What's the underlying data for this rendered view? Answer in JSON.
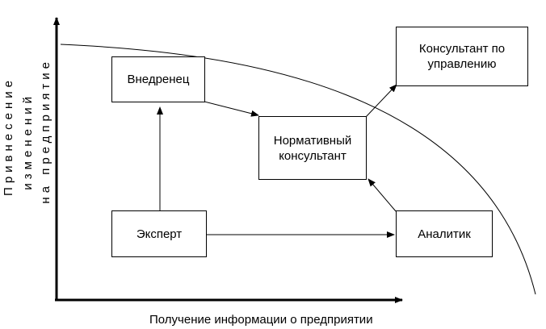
{
  "axes": {
    "y_label_lines": [
      "Привнесение",
      "изменений",
      "на предприятие"
    ],
    "x_label": "Получение информации о предприятии"
  },
  "nodes": [
    {
      "id": "vnedrenets",
      "label": "Внедренец"
    },
    {
      "id": "normativny",
      "label": "Нормативный консультант"
    },
    {
      "id": "konsultant_upr",
      "label": "Консультант по управлению"
    },
    {
      "id": "ekspert",
      "label": "Эксперт"
    },
    {
      "id": "analitik",
      "label": "Аналитик"
    }
  ],
  "edges": [
    {
      "from": "ekspert",
      "to": "vnedrenets"
    },
    {
      "from": "vnedrenets",
      "to": "normativny"
    },
    {
      "from": "ekspert",
      "to": "analitik"
    },
    {
      "from": "analitik",
      "to": "normativny"
    },
    {
      "from": "normativny",
      "to": "konsultant_upr"
    }
  ]
}
